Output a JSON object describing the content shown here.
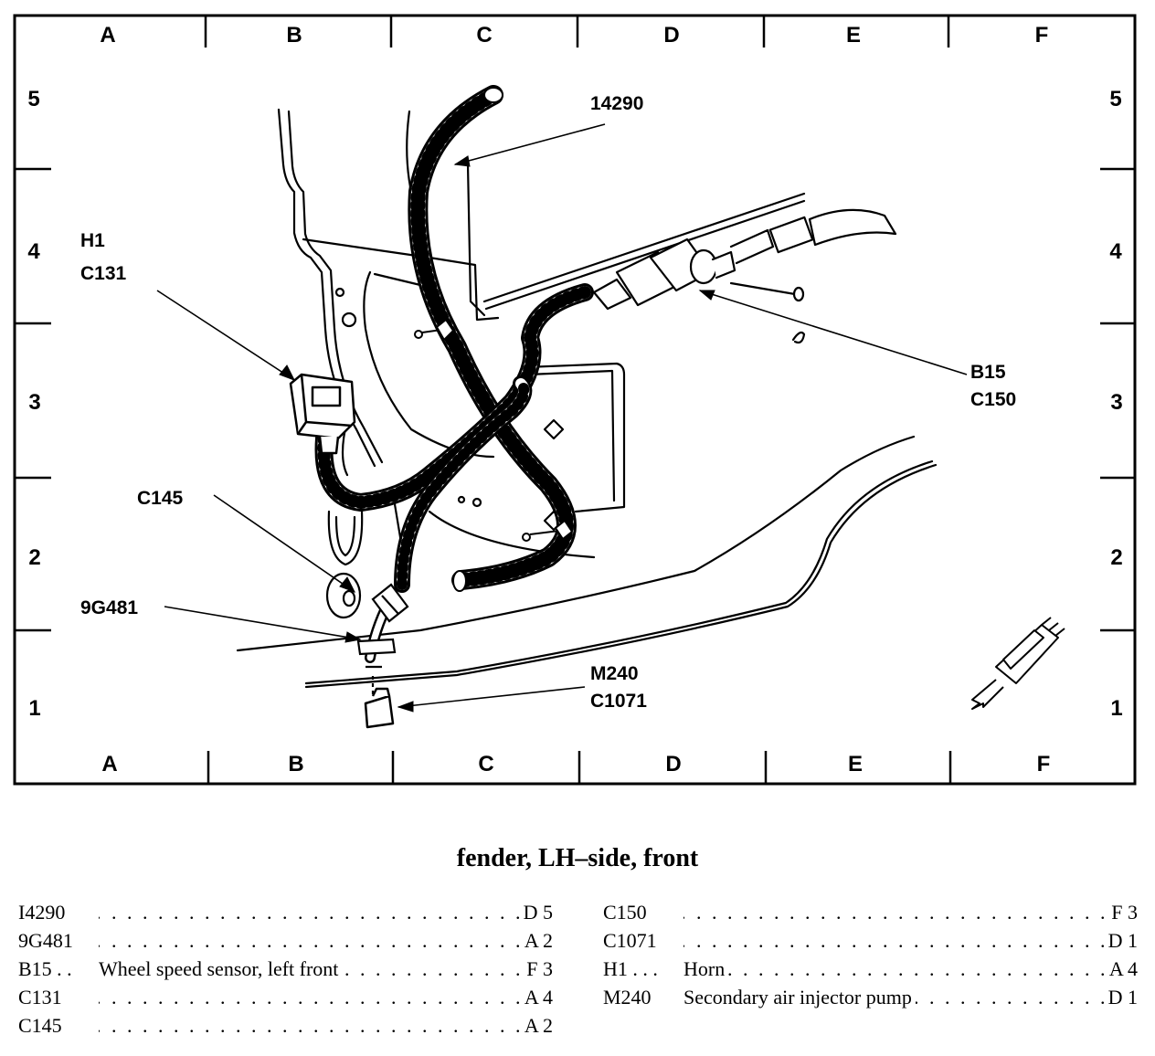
{
  "grid": {
    "columns": [
      "A",
      "B",
      "C",
      "D",
      "E",
      "F"
    ],
    "rows": [
      "5",
      "4",
      "3",
      "2",
      "1"
    ]
  },
  "callouts": {
    "harness": "14290",
    "horn_ref": "H1",
    "horn_conn": "C131",
    "sensor_ref": "B15",
    "sensor_conn": "C150",
    "c145": "C145",
    "grommet": "9G481",
    "pump_ref": "M240",
    "pump_conn": "C1071"
  },
  "title": "fender, LH–side, front",
  "legend_left": [
    {
      "code": "I4290",
      "desc": "",
      "loc": "D 5"
    },
    {
      "code": "9G481",
      "desc": "",
      "loc": "A 2"
    },
    {
      "code": "B15 . .",
      "desc": "Wheel speed sensor, left front",
      "loc": "F 3"
    },
    {
      "code": "C131",
      "desc": "",
      "loc": "A 4"
    },
    {
      "code": "C145",
      "desc": "",
      "loc": "A 2"
    }
  ],
  "legend_right": [
    {
      "code": "C150",
      "desc": "",
      "loc": "F 3"
    },
    {
      "code": "C1071",
      "desc": "",
      "loc": "D 1"
    },
    {
      "code": "H1 . . .",
      "desc": "Horn",
      "loc": "A 4"
    },
    {
      "code": "M240",
      "desc": "Secondary air injector pump",
      "loc": "D 1"
    }
  ]
}
